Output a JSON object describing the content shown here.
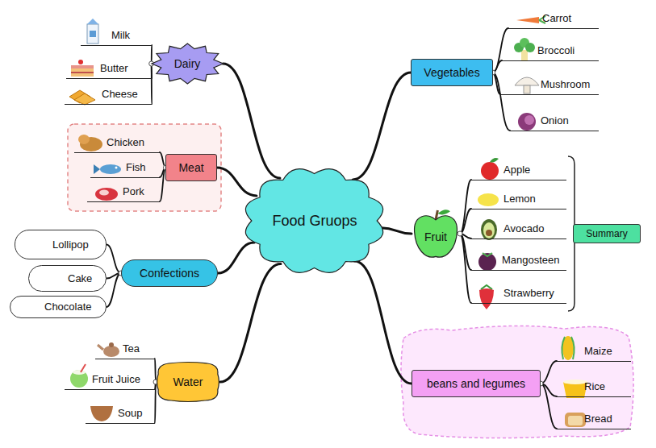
{
  "diagram": {
    "nodes": [
      {
        "text": [
          "Food Gruops"
        ]
      },
      {
        "text": [
          "Dairy"
        ]
      },
      {
        "text": [
          "Milk"
        ]
      },
      {
        "text": [
          "Butter"
        ]
      },
      {
        "text": [
          "Cheese"
        ]
      },
      {
        "text": [
          "Meat"
        ]
      },
      {
        "text": [
          "Chicken"
        ]
      },
      {
        "text": [
          "Fish"
        ]
      },
      {
        "text": [
          "Pork"
        ]
      },
      {
        "text": [
          "Confections"
        ]
      },
      {
        "text": [
          "Lollipop"
        ]
      },
      {
        "text": [
          "Cake"
        ]
      },
      {
        "text": [
          "Chocolate"
        ]
      },
      {
        "text": [
          "Water"
        ]
      },
      {
        "text": [
          "Tea"
        ]
      },
      {
        "text": [
          "Fruit Juice"
        ]
      },
      {
        "text": [
          "Soup"
        ]
      },
      {
        "text": [
          "Vegetables"
        ]
      },
      {
        "text": [
          "Carrot"
        ]
      },
      {
        "text": [
          "Broccoli"
        ]
      },
      {
        "text": [
          "Mushroom"
        ]
      },
      {
        "text": [
          "Onion"
        ]
      },
      {
        "text": [
          "Fruit"
        ]
      },
      {
        "text": [
          "Apple"
        ]
      },
      {
        "text": [
          "Lemon"
        ]
      },
      {
        "text": [
          "Avocado"
        ]
      },
      {
        "text": [
          "Mangosteen"
        ]
      },
      {
        "text": [
          "Strawberry"
        ]
      },
      {
        "text": [
          "Summary"
        ]
      },
      {
        "text": [
          "beans and legumes"
        ]
      },
      {
        "text": [
          "Maize"
        ]
      },
      {
        "text": [
          "Rice"
        ]
      },
      {
        "text": [
          "Bread"
        ]
      }
    ],
    "edges": [
      {
        "from": 0,
        "to": 1,
        "arrow": "none"
      },
      {
        "from": 1,
        "to": 2,
        "arrow": "none"
      },
      {
        "from": 1,
        "to": 3,
        "arrow": "none"
      },
      {
        "from": 1,
        "to": 4,
        "arrow": "none"
      },
      {
        "from": 0,
        "to": 5,
        "arrow": "none"
      },
      {
        "from": 5,
        "to": 6,
        "arrow": "none"
      },
      {
        "from": 5,
        "to": 7,
        "arrow": "none"
      },
      {
        "from": 5,
        "to": 8,
        "arrow": "none"
      },
      {
        "from": 0,
        "to": 9,
        "arrow": "none"
      },
      {
        "from": 9,
        "to": 10,
        "arrow": "none"
      },
      {
        "from": 9,
        "to": 11,
        "arrow": "none"
      },
      {
        "from": 9,
        "to": 12,
        "arrow": "none"
      },
      {
        "from": 0,
        "to": 13,
        "arrow": "none"
      },
      {
        "from": 13,
        "to": 14,
        "arrow": "none"
      },
      {
        "from": 13,
        "to": 15,
        "arrow": "none"
      },
      {
        "from": 13,
        "to": 16,
        "arrow": "none"
      },
      {
        "from": 0,
        "to": 17,
        "arrow": "none"
      },
      {
        "from": 17,
        "to": 18,
        "arrow": "none"
      },
      {
        "from": 17,
        "to": 19,
        "arrow": "none"
      },
      {
        "from": 17,
        "to": 20,
        "arrow": "none"
      },
      {
        "from": 17,
        "to": 21,
        "arrow": "none"
      },
      {
        "from": 0,
        "to": 22,
        "arrow": "none"
      },
      {
        "from": 22,
        "to": 23,
        "arrow": "none"
      },
      {
        "from": 22,
        "to": 24,
        "arrow": "none"
      },
      {
        "from": 22,
        "to": 25,
        "arrow": "none"
      },
      {
        "from": 22,
        "to": 26,
        "arrow": "none"
      },
      {
        "from": 22,
        "to": 27,
        "arrow": "none"
      },
      {
        "from": 0,
        "to": 29,
        "arrow": "none"
      },
      {
        "from": 29,
        "to": 30,
        "arrow": "none"
      },
      {
        "from": 29,
        "to": 31,
        "arrow": "none"
      },
      {
        "from": 29,
        "to": 32,
        "arrow": "none"
      }
    ]
  }
}
